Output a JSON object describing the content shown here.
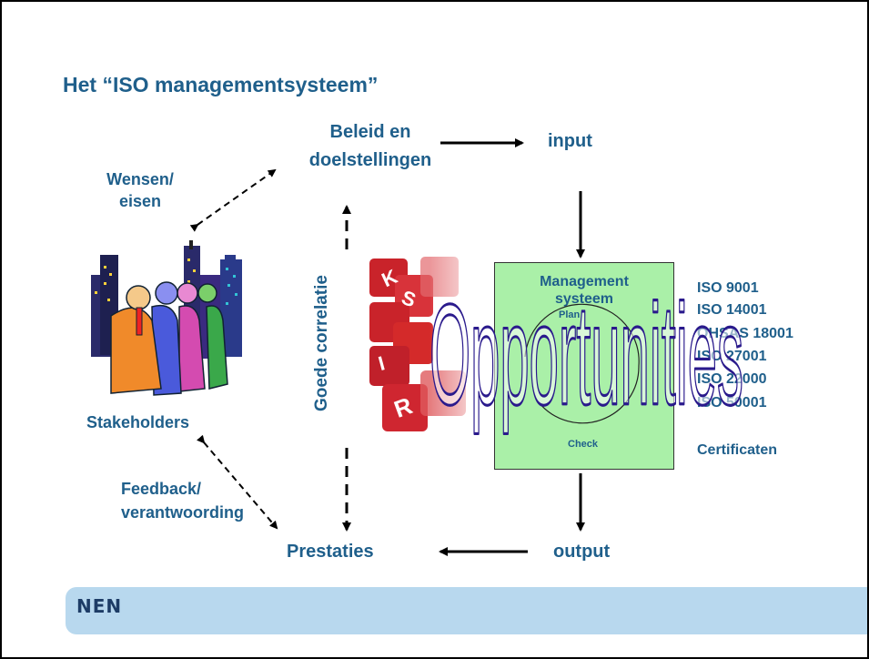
{
  "title": "Het “ISO managementsysteem”",
  "nodes": {
    "beleid": "Beleid en doelstellingen",
    "input": "input",
    "wensen": "Wensen/ eisen",
    "stakeholders": "Stakeholders",
    "feedback_line1": "Feedback/",
    "feedback_line2": "verantwoording",
    "prestaties": "Prestaties",
    "output": "output",
    "goede_correlatie": "Goede correlatie"
  },
  "management": {
    "title": "Management systeem",
    "plan": "Plan",
    "check": "Check"
  },
  "iso_list": [
    "ISO 9001",
    "ISO 14001",
    "OHSAS 18001",
    "ISO 27001",
    "ISO 22000",
    "ISO 50001"
  ],
  "certificaten": "Certificaten",
  "opportunities": "Opportunities",
  "risk_letters": [
    "K",
    "S",
    "I",
    "R"
  ],
  "footer_logo": "NEN",
  "colors": {
    "text": "#1f5f8b",
    "box": "#aaf0a8",
    "footer": "#b8d8ee",
    "dice": "#d42a2a",
    "logo": "#1d3c66"
  }
}
